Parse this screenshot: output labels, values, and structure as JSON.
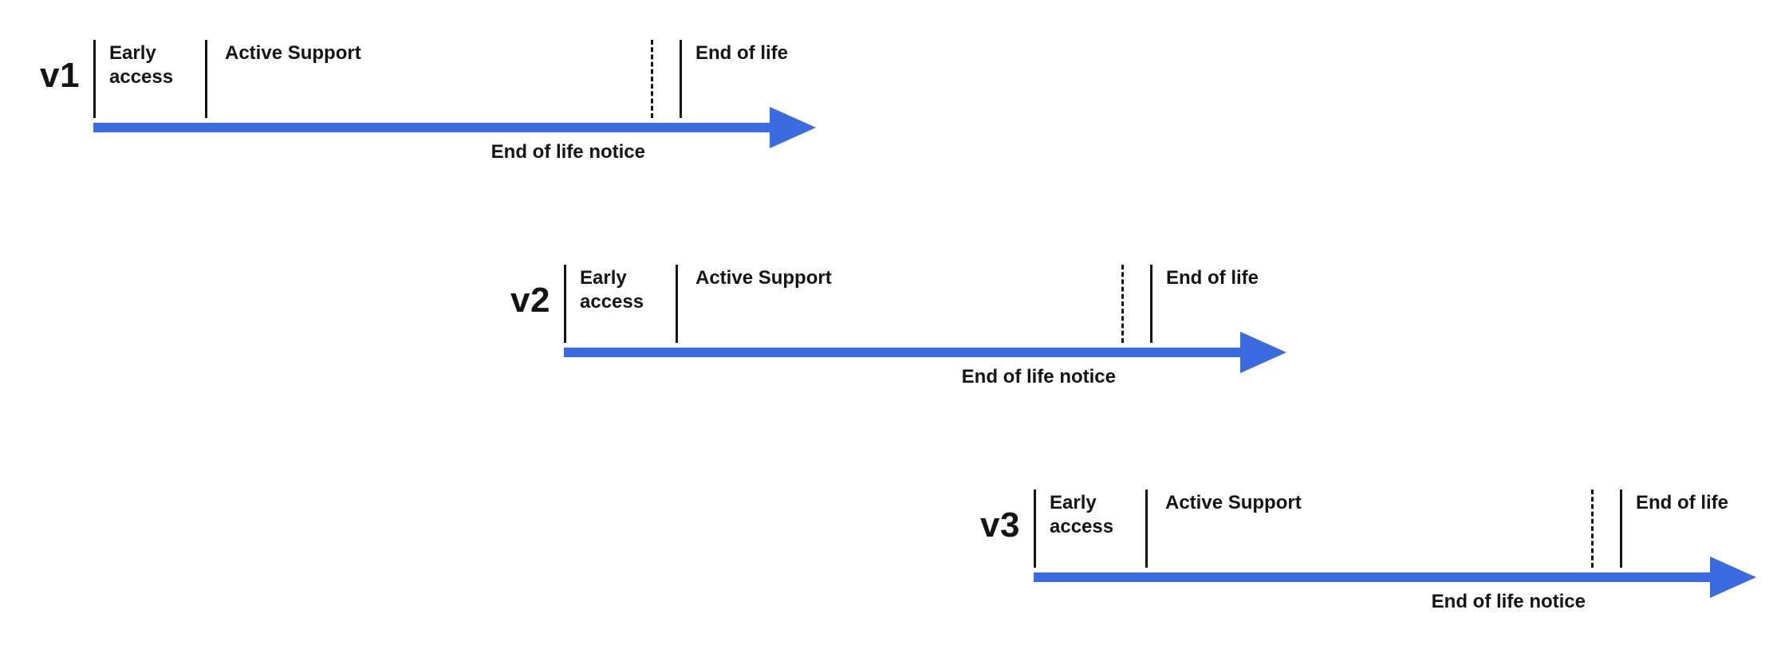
{
  "diagram": {
    "arrow_color": "#3B6BE1",
    "text_color": "#141414",
    "timelines": [
      {
        "version": "v1",
        "labels": {
          "early_access": "Early access",
          "active_support": "Active Support",
          "end_of_life": "End of life",
          "end_of_life_notice": "End of life notice"
        }
      },
      {
        "version": "v2",
        "labels": {
          "early_access": "Early access",
          "active_support": "Active Support",
          "end_of_life": "End of life",
          "end_of_life_notice": "End of life notice"
        }
      },
      {
        "version": "v3",
        "labels": {
          "early_access": "Early access",
          "active_support": "Active Support",
          "end_of_life": "End of life",
          "end_of_life_notice": "End of life notice"
        }
      }
    ]
  }
}
